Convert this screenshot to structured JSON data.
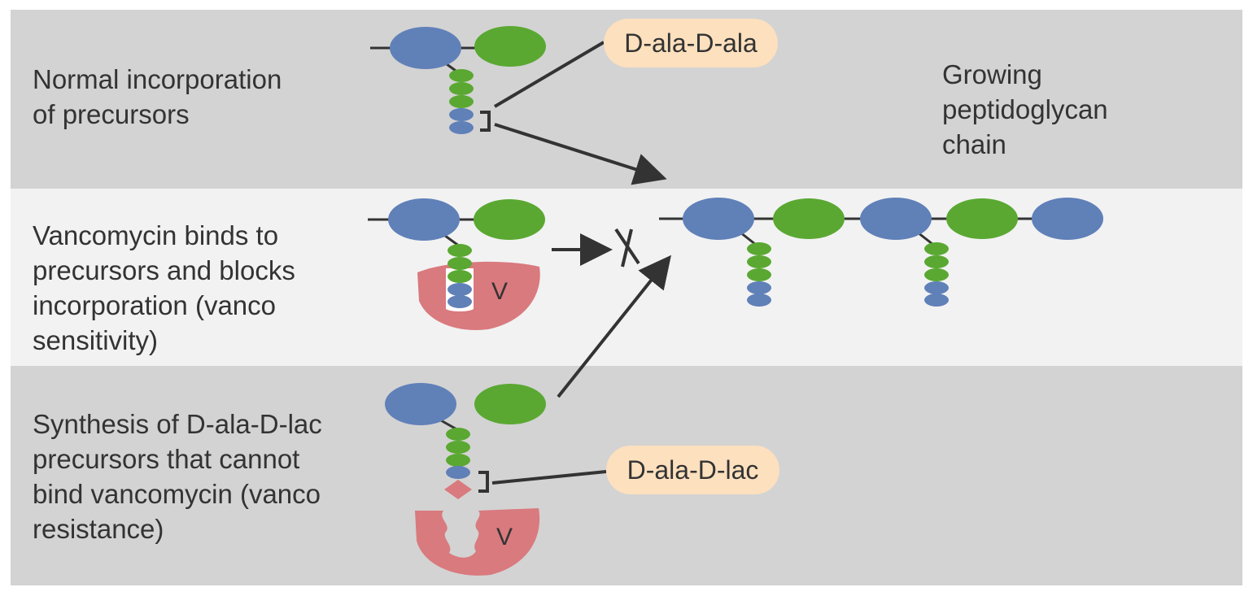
{
  "rows": [
    {
      "caption_lines": [
        "Normal incorporation",
        "of precursors"
      ]
    },
    {
      "caption_lines": [
        "Vancomycin binds to",
        "precursors and blocks",
        "incorporation (vanco",
        "sensitivity)"
      ]
    },
    {
      "caption_lines": [
        "Synthesis of D-ala-D-lac",
        "precursors that cannot",
        "bind vancomycin (vanco",
        "resistance)"
      ]
    }
  ],
  "labels": {
    "dala_dala": "D-ala-D-ala",
    "dala_dlac": "D-ala-D-lac",
    "vancomycin_symbol": "V",
    "chain_lines": [
      "Growing",
      "peptidoglycan",
      "chain"
    ]
  },
  "colors": {
    "nam_blue": "#6080b8",
    "nag_green": "#5aa832",
    "vancomycin_pink": "#d97a7e",
    "pill_peach": "#fde0be",
    "band_dark": "#d3d3d3",
    "band_light": "#f2f2f2",
    "line": "#333333"
  }
}
